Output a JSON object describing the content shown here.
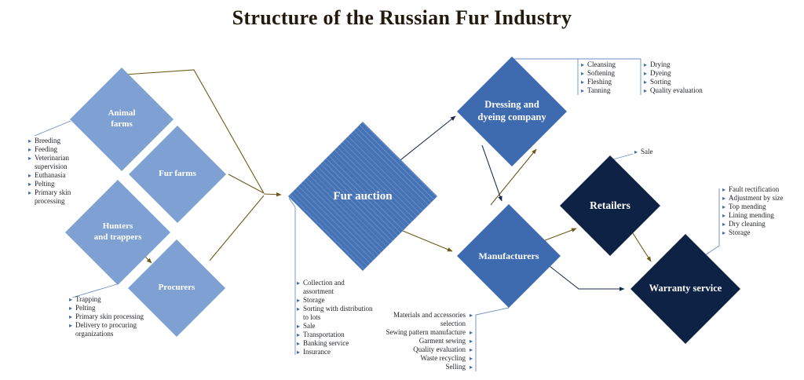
{
  "title": "Structure of the Russian Fur Industry",
  "nodes": {
    "animal_farms": {
      "label": "Animal\nfarms"
    },
    "fur_farms": {
      "label": "Fur farms"
    },
    "hunters_trappers": {
      "label": "Hunters\nand trappers"
    },
    "procurers": {
      "label": "Procurers"
    },
    "fur_auction": {
      "label": "Fur auction"
    },
    "dressing_dyeing": {
      "label": "Dressing and\ndyeing company"
    },
    "manufacturers": {
      "label": "Manufacturers"
    },
    "retailers": {
      "label": "Retailers"
    },
    "warranty_service": {
      "label": "Warranty service"
    }
  },
  "functions": {
    "animal_farms": [
      "Breeding",
      "Feeding",
      "Veterinarian supervision",
      "Euthanasia",
      "Pelting",
      "Primary skin processing"
    ],
    "hunters_trappers": [
      "Trapping",
      "Pelting",
      "Primary skin processing",
      "Delivery to procuring organizations"
    ],
    "fur_auction": [
      "Collection and assortment",
      "Storage",
      "Sorting with distribution to lots",
      "Sale",
      "Transportation",
      "Banking service",
      "Insurance"
    ],
    "dressing_col1": [
      "Cleansing",
      "Softening",
      "Fleshing",
      "Tanning"
    ],
    "dressing_col2": [
      "Drying",
      "Dyeing",
      "Sorting",
      "Quality evaluation"
    ],
    "retailers": [
      "Sale"
    ],
    "warranty_service": [
      "Fault rectification",
      "Adjustment by size",
      "Top mending",
      "Lining mending",
      "Dry cleaning",
      "Storage"
    ],
    "manufacturers": [
      "Materials and accessories selection",
      "Sewing pattern manufacture",
      "Garment sewing",
      "Quality evaluation",
      "Waste recycling",
      "Selling"
    ]
  },
  "edges": [
    {
      "from": "animal_farms",
      "to": "fur_auction"
    },
    {
      "from": "fur_farms",
      "to": "fur_auction"
    },
    {
      "from": "hunters_trappers",
      "to": "procurers"
    },
    {
      "from": "procurers",
      "to": "fur_auction"
    },
    {
      "from": "fur_auction",
      "to": "dressing_dyeing"
    },
    {
      "from": "fur_auction",
      "to": "manufacturers"
    },
    {
      "from": "manufacturers",
      "to": "dressing_dyeing"
    },
    {
      "from": "dressing_dyeing",
      "to": "manufacturers"
    },
    {
      "from": "manufacturers",
      "to": "retailers"
    },
    {
      "from": "manufacturers",
      "to": "warranty_service"
    },
    {
      "from": "retailers",
      "to": "warranty_service"
    }
  ],
  "colors": {
    "light_node": "#7fa0d2",
    "mid_node": "#3e6ab0",
    "auction_node": "#4673b6",
    "dark_node": "#0d2244",
    "flow_arrow_olive": "#6e5a1a",
    "flow_arrow_navy": "#1a2b4a",
    "connector_blue": "#6b8ec6",
    "bullet_blue": "#3f6aad",
    "title_text": "#231a0e"
  }
}
